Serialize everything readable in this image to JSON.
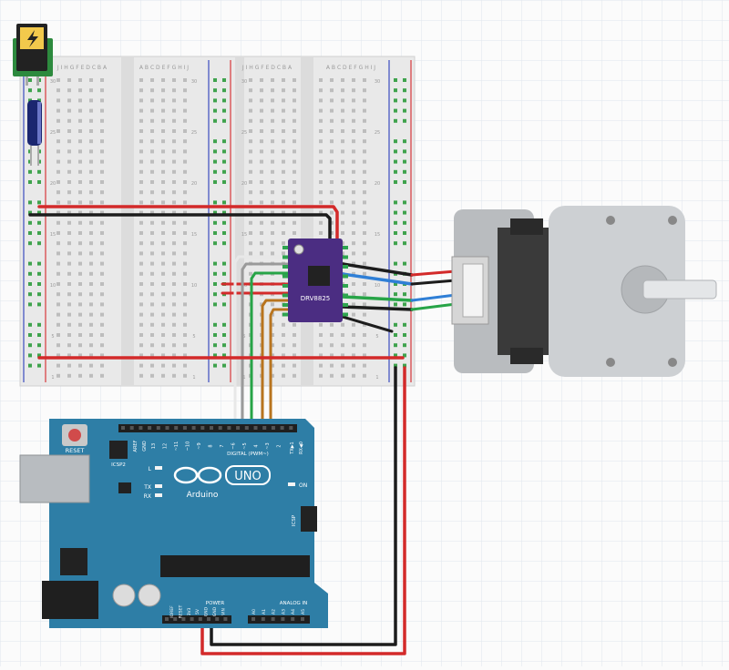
{
  "colors": {
    "grid_line": "#dfe6ee",
    "breadboard": "#e9e9e9",
    "rail_red": "#d8383b",
    "rail_blue": "#3b4dbf",
    "hole_green": "#3fa34d",
    "arduino": "#2e7ea6",
    "arduino_dark": "#1f5f80",
    "driver": "#4b2d82",
    "wire_red": "#d32a2a",
    "wire_black": "#1c1c1c",
    "wire_green": "#27a447",
    "wire_blue": "#2f7fd6",
    "wire_grey": "#9a9a9a",
    "wire_white": "#e8e8e8",
    "wire_orange": "#b8741e",
    "motor_body": "#b9bcbf",
    "motor_dark": "#3a3a3a"
  },
  "breadboard": {
    "column_letters_top": "J I H G F   E D C B A",
    "column_letters_bottom": "A B C D E   F G H I J",
    "row_labels": [
      "30",
      "25",
      "20",
      "15",
      "10",
      "5",
      "1"
    ]
  },
  "driver": {
    "label": "DRV8825"
  },
  "arduino": {
    "reset_label": "RESET",
    "icsp2_label": "ICSP2",
    "aref_label": "AREF",
    "gnd_label": "GND",
    "digital_label": "DIGITAL (PWM~)",
    "tx_top_label": "TX▶1",
    "rx_top_label": "RX◀0",
    "l_label": "L",
    "tx_label": "TX",
    "rx_label": "RX",
    "uno_label": "UNO",
    "brand_label": "Arduino",
    "on_label": "ON",
    "icsp_label": "ICSP",
    "power_label": "POWER",
    "analog_label": "ANALOG IN",
    "digital_pins": [
      "13",
      "12",
      "~11",
      "~10",
      "~9",
      "8",
      "7",
      "~6",
      "~5",
      "4",
      "~3",
      "2"
    ],
    "power_pins": [
      "IOREF",
      "RESET",
      "3V3",
      "5V",
      "GND",
      "GND",
      "VIN"
    ],
    "analog_pins": [
      "A0",
      "A1",
      "A2",
      "A3",
      "A4",
      "A5"
    ]
  }
}
